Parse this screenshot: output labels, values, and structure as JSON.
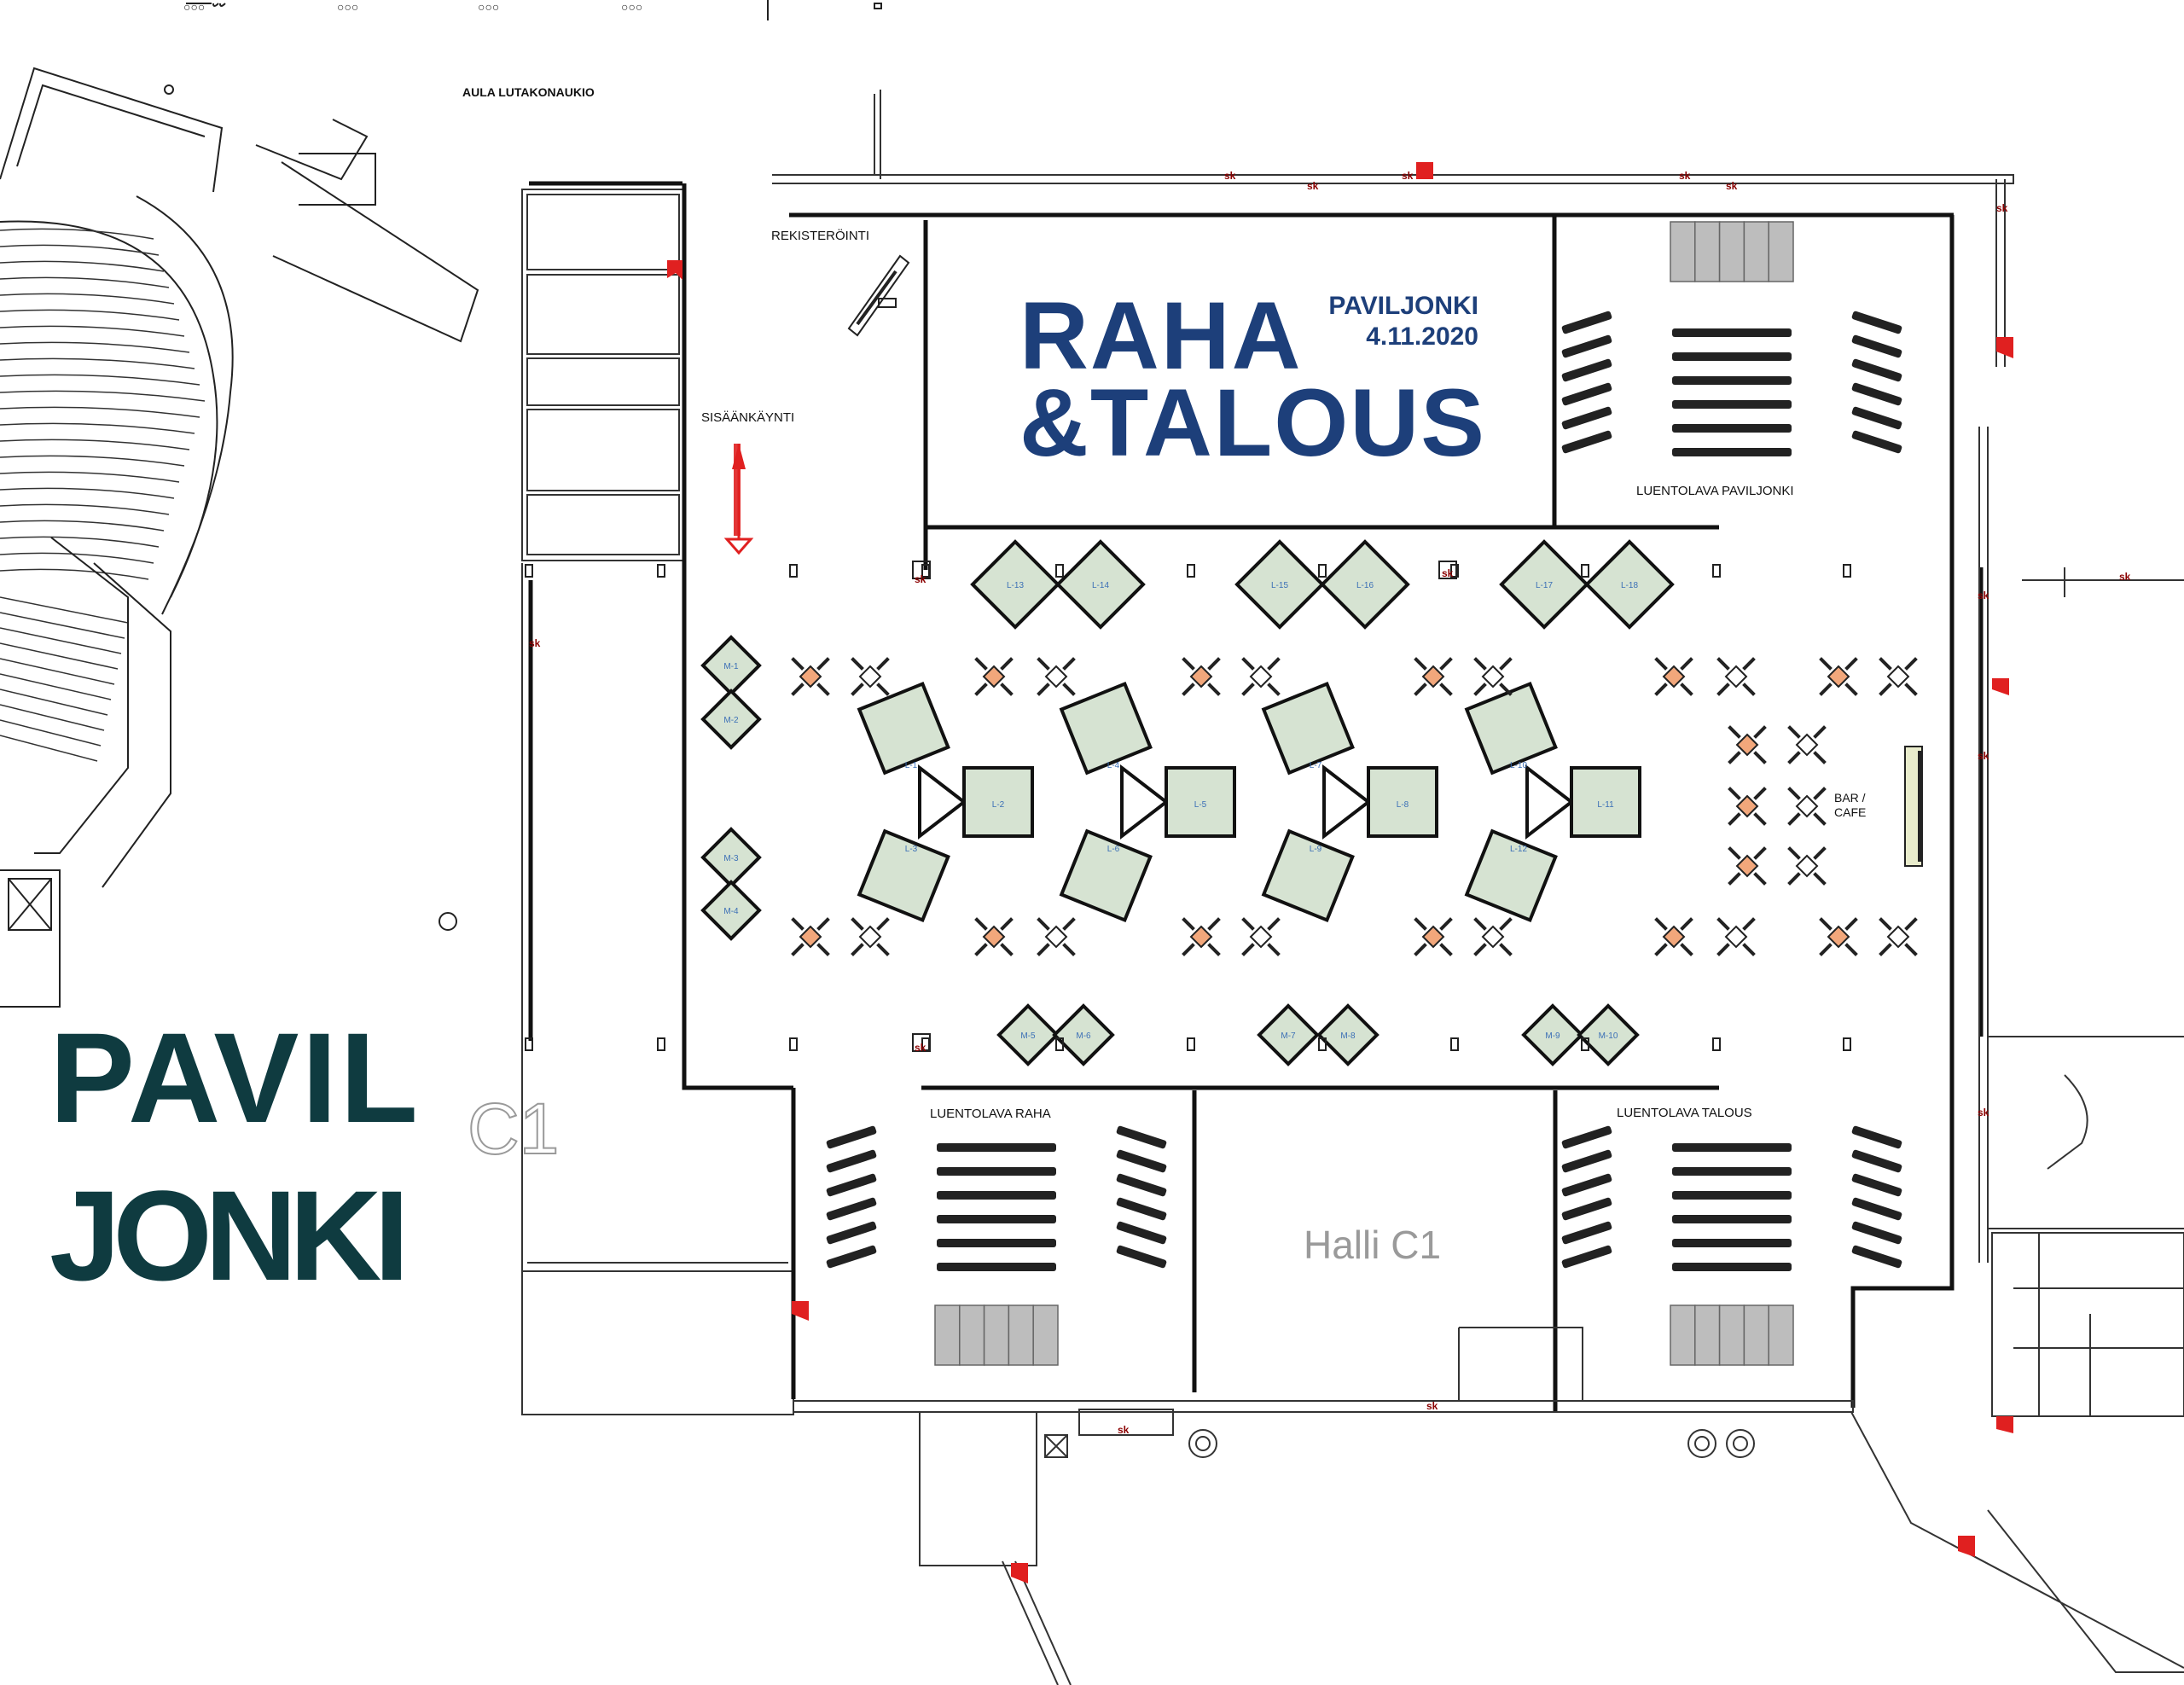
{
  "labels": {
    "aula": "AULA LUTAKONAUKIO",
    "rekisterointi": "REKISTERÖINTI",
    "sisaankaynti": "SISÄÄNKÄYNTI",
    "luentolava_paviljonki": "LUENTOLAVA PAVILJONKI",
    "luentolava_raha": "LUENTOLAVA RAHA",
    "luentolava_talous": "LUENTOLAVA TALOUS",
    "halli": "Halli C1",
    "c1": "C1",
    "bar": "BAR /",
    "cafe": "CAFE",
    "sk": "sk"
  },
  "event": {
    "title_line1": "RAHA",
    "title_line2": "&TALOUS",
    "venue": "PAVILJONKI",
    "date": "4.11.2020"
  },
  "venue_logo": {
    "line1": "PAVIL",
    "line2": "JONKI"
  },
  "colors": {
    "wall": "#111111",
    "booth_fill": "#d6e3d2",
    "table_fill": "#f2a77b",
    "brand_blue": "#1d3f7a",
    "logo_dark": "#0f3b40",
    "red": "#e02020",
    "seat": "#222222",
    "screen": "#bdbdbd"
  },
  "booths": {
    "top": [
      "L-13",
      "L-14",
      "L-15",
      "L-16",
      "L-17",
      "L-18"
    ],
    "left": [
      "M-1",
      "M-2",
      "M-3",
      "M-4"
    ],
    "bottom": [
      "M-5",
      "M-6",
      "M-7",
      "M-8",
      "M-9",
      "M-10"
    ],
    "clusters": [
      [
        "L-1",
        "L-2",
        "L-3"
      ],
      [
        "L-4",
        "L-5",
        "L-6"
      ],
      [
        "L-7",
        "L-8",
        "L-9"
      ],
      [
        "L-10",
        "L-11",
        "L-12"
      ]
    ]
  }
}
